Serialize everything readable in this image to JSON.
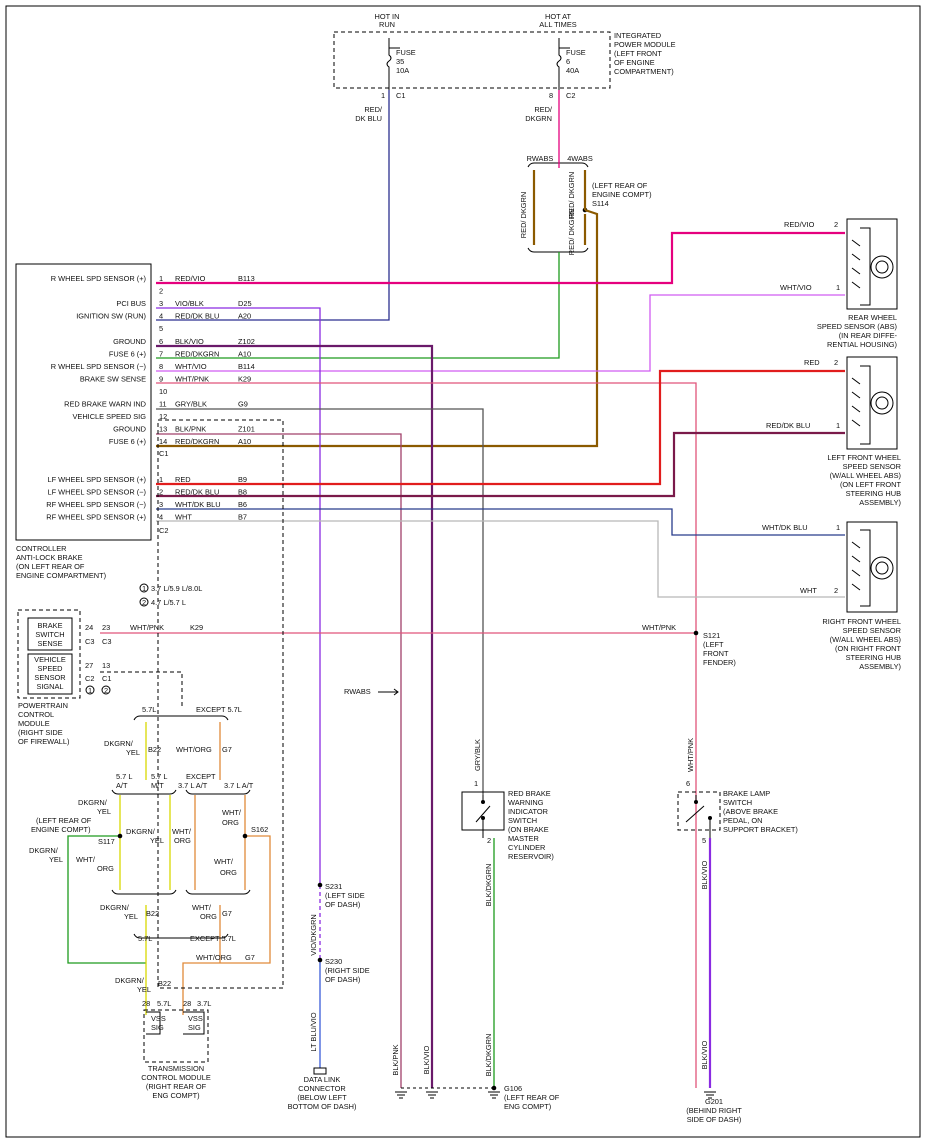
{
  "power": {
    "hot_run": [
      "HOT IN",
      "RUN"
    ],
    "hot_all": [
      "HOT AT",
      "ALL TIMES"
    ],
    "fuse_left": [
      "FUSE",
      "35",
      "10A"
    ],
    "fuse_right": [
      "FUSE",
      "6",
      "40A"
    ],
    "c1_pin": "1",
    "c1": "C1",
    "c2_pin": "8",
    "c2": "C2",
    "ipm": [
      "INTEGRATED",
      "POWER MODULE",
      "(LEFT FRONT",
      "OF ENGINE",
      "COMPARTMENT)"
    ],
    "wire_left": [
      "RED/",
      "DK BLU"
    ],
    "wire_right": [
      "RED/",
      "DKGRN"
    ]
  },
  "splice_s114": {
    "rwabs": "RWABS",
    "fourwabs": "4WABS",
    "wire_a": "RED/ DKGRN",
    "wire_b": "RED/ DKGRN",
    "wire_c": "RED/ DKGRN",
    "label": [
      "(LEFT REAR OF",
      "ENGINE COMPT)",
      "S114"
    ]
  },
  "controller": {
    "pins_c1": [
      {
        "label": "R WHEEL SPD SENSOR (+)",
        "pin": "1",
        "wire": "RED/VIO",
        "circuit": "B113"
      },
      {
        "label": "",
        "pin": "2",
        "wire": "",
        "circuit": ""
      },
      {
        "label": "PCI BUS",
        "pin": "3",
        "wire": "VIO/BLK",
        "circuit": "D25"
      },
      {
        "label": "IGNITION SW (RUN)",
        "pin": "4",
        "wire": "RED/DK BLU",
        "circuit": "A20"
      },
      {
        "label": "",
        "pin": "5",
        "wire": "",
        "circuit": ""
      },
      {
        "label": "GROUND",
        "pin": "6",
        "wire": "BLK/VIO",
        "circuit": "Z102"
      },
      {
        "label": "FUSE 6 (+)",
        "pin": "7",
        "wire": "RED/DKGRN",
        "circuit": "A10"
      },
      {
        "label": "R WHEEL SPD SENSOR (−)",
        "pin": "8",
        "wire": "WHT/VIO",
        "circuit": "B114"
      },
      {
        "label": "BRAKE SW SENSE",
        "pin": "9",
        "wire": "WHT/PNK",
        "circuit": "K29"
      },
      {
        "label": "",
        "pin": "10",
        "wire": "",
        "circuit": ""
      },
      {
        "label": "RED BRAKE WARN IND",
        "pin": "11",
        "wire": "GRY/BLK",
        "circuit": "G9"
      },
      {
        "label": "VEHICLE SPEED SIG",
        "pin": "12",
        "wire": "",
        "circuit": ""
      },
      {
        "label": "GROUND",
        "pin": "13",
        "wire": "BLK/PNK",
        "circuit": "Z101"
      },
      {
        "label": "FUSE 6 (+)",
        "pin": "14",
        "wire": "RED/DKGRN",
        "circuit": "A10"
      }
    ],
    "pins_c2": [
      {
        "label": "LF WHEEL SPD SENSOR (+)",
        "pin": "1",
        "wire": "RED",
        "circuit": "B9"
      },
      {
        "label": "LF WHEEL SPD SENSOR (−)",
        "pin": "2",
        "wire": "RED/DK BLU",
        "circuit": "B8"
      },
      {
        "label": "RF WHEEL SPD SENSOR (−)",
        "pin": "3",
        "wire": "WHT/DK BLU",
        "circuit": "B6"
      },
      {
        "label": "RF WHEEL SPD SENSOR (+)",
        "pin": "4",
        "wire": "WHT",
        "circuit": "B7"
      }
    ],
    "c1": "C1",
    "c2": "C2",
    "name": [
      "CONTROLLER",
      "ANTI-LOCK BRAKE",
      "(ON LEFT REAR OF",
      "ENGINE COMPARTMENT)"
    ],
    "note1": "3.7 L/5.9 L/8.0L",
    "note2": "4.7 L/5.7 L",
    "note1_num": "1",
    "note2_num": "2"
  },
  "sensors": {
    "rear": {
      "pin2_wire": "RED/VIO",
      "pin1_wire": "WHT/VIO",
      "pin2": "2",
      "pin1": "1",
      "name": [
        "REAR WHEEL",
        "SPEED SENSOR (ABS)",
        "(IN REAR DIFFE-",
        "RENTIAL HOUSING)"
      ]
    },
    "lf": {
      "pin2_wire": "RED",
      "pin1_wire": "RED/DK BLU",
      "pin2": "2",
      "pin1": "1",
      "name": [
        "LEFT FRONT WHEEL",
        "SPEED SENSOR",
        "(W/ALL WHEEL ABS)",
        "(ON LEFT FRONT",
        "STEERING HUB",
        "ASSEMBLY)"
      ]
    },
    "rf": {
      "pin1_wire": "WHT/DK BLU",
      "pin2_wire": "WHT",
      "pin1": "1",
      "pin2": "2",
      "name": [
        "RIGHT FRONT WHEEL",
        "SPEED SENSOR",
        "(W/ALL WHEEL ABS)",
        "(ON RIGHT FRONT",
        "STEERING HUB",
        "ASSEMBLY)"
      ]
    }
  },
  "pcm": {
    "brake": [
      "BRAKE",
      "SWITCH",
      "SENSE"
    ],
    "vss": [
      "VEHICLE",
      "SPEED",
      "SENSOR",
      "SIGNAL"
    ],
    "p24": "24",
    "p23": "23",
    "c3a": "C3",
    "c3b": "C3",
    "p27": "27",
    "p13": "13",
    "c2": "C2",
    "c1": "C1",
    "n1": "1",
    "n2": "2",
    "wire": "WHT/PNK",
    "circuit": "K29",
    "wire2": "WHT/PNK",
    "name": [
      "POWERTRAIN",
      "CONTROL",
      "MODULE",
      "(RIGHT SIDE",
      "OF FIREWALL)"
    ]
  },
  "s121": [
    "S121",
    "(LEFT",
    "FRONT",
    "FENDER)"
  ],
  "vss_harness": {
    "l57": "5.7L",
    "except57": "EXCEPT 5.7L",
    "dkgrn_yel": [
      "DKGRN/",
      "YEL"
    ],
    "b22": "B22",
    "wht_org": "WHT/ORG",
    "g7": "G7",
    "at57": [
      "5.7 L",
      "A/T"
    ],
    "mt57": [
      "5.7 L",
      "M/T"
    ],
    "except37": [
      "EXCEPT",
      "3.7 L A/T"
    ],
    "at37": "3.7 L A/T",
    "s117": [
      "(LEFT REAR OF",
      "ENGINE COMPT)",
      "S117"
    ],
    "s162": "S162",
    "dkgrn_yel_left": [
      "DKGRN/",
      "YEL"
    ],
    "inner_dk1": [
      "DKGRN/",
      "YEL"
    ],
    "inner_dk2": [
      "DKGRN/",
      "YEL"
    ],
    "inner_wo1": [
      "WHT/",
      "ORG"
    ],
    "inner_wo2": [
      "WHT/",
      "ORG"
    ],
    "inner_wo3": [
      "WHT/",
      "ORG"
    ],
    "inner_wo4": [
      "WHT/",
      "ORG"
    ],
    "lower_dk": [
      "DKGRN/",
      "YEL"
    ],
    "lower_b22": "B22",
    "lower_wo": [
      "WHT/",
      "ORG"
    ],
    "lower_g7": "G7",
    "l57b": "5.7L",
    "except57b": "EXCEPT 5.7L",
    "bot_dk": [
      "DKGRN/",
      "YEL"
    ],
    "bot_b22": "B22",
    "bot_wo": "WHT/ORG",
    "bot_g7": "G7"
  },
  "tcm": {
    "p28a": "28",
    "l57": "5.7L",
    "p28b": "28",
    "l37": "3.7L",
    "vss": "VSS",
    "sig": "SIG",
    "name": [
      "TRANSMISSION",
      "CONTROL MODULE",
      "(RIGHT REAR OF",
      "ENG COMPT)"
    ]
  },
  "dlc": {
    "s231": [
      "S231",
      "(LEFT SIDE",
      "OF DASH)"
    ],
    "s230": [
      "S230",
      "(RIGHT SIDE",
      "OF DASH)"
    ],
    "wire1": "VIO/DKGRN",
    "wire2": "LT BLU/VIO",
    "name": [
      "DATA LINK",
      "CONNECTOR",
      "(BELOW LEFT",
      "BOTTOM OF DASH)"
    ]
  },
  "rwabs_label": "RWABS",
  "red_brake": {
    "wire": "GRY/BLK",
    "p1": "1",
    "p2": "2",
    "name": [
      "RED BRAKE",
      "WARNING",
      "INDICATOR",
      "SWITCH",
      "(ON BRAKE",
      "MASTER",
      "CYLINDER",
      "RESERVOIR)"
    ],
    "gnd_wire": "BLK/DKGRN"
  },
  "brake_lamp": {
    "wire": "WHT/PNK",
    "p6": "6",
    "p5": "5",
    "name": [
      "BRAKE LAMP",
      "SWITCH",
      "(ABOVE BRAKE",
      "PEDAL, ON",
      "SUPPORT BRACKET)"
    ],
    "gnd_wire": "BLK/VIO"
  },
  "grounds": {
    "w1": "BLK/PNK",
    "w2": "BLK/VIO",
    "w3": "BLK/DKGRN",
    "g106": [
      "G106",
      "(LEFT REAR OF",
      "ENG COMPT)"
    ],
    "g201": [
      "G201",
      "(BEHIND RIGHT",
      "SIDE OF DASH)"
    ],
    "g201_wire": "BLK/VIO"
  },
  "colors": {
    "red_vio": "#e5007e",
    "vio": "#8a2be2",
    "red_dkblu": "#2b2f8f",
    "blk_vio": "#6a1a6a",
    "red_dkgrn": "#8b5a00",
    "wht_vio": "#d15cf2",
    "wht_pnk": "#e0557a",
    "gry_blk": "#555555",
    "blk_pnk": "#a0406a",
    "red": "#e11d1d",
    "wht_dkblu": "#283c8c",
    "wht": "#b8b8b8",
    "green": "#1d9b1d",
    "yellow": "#d8d800",
    "orange": "#e08a3a",
    "blue": "#3a5cd8"
  }
}
